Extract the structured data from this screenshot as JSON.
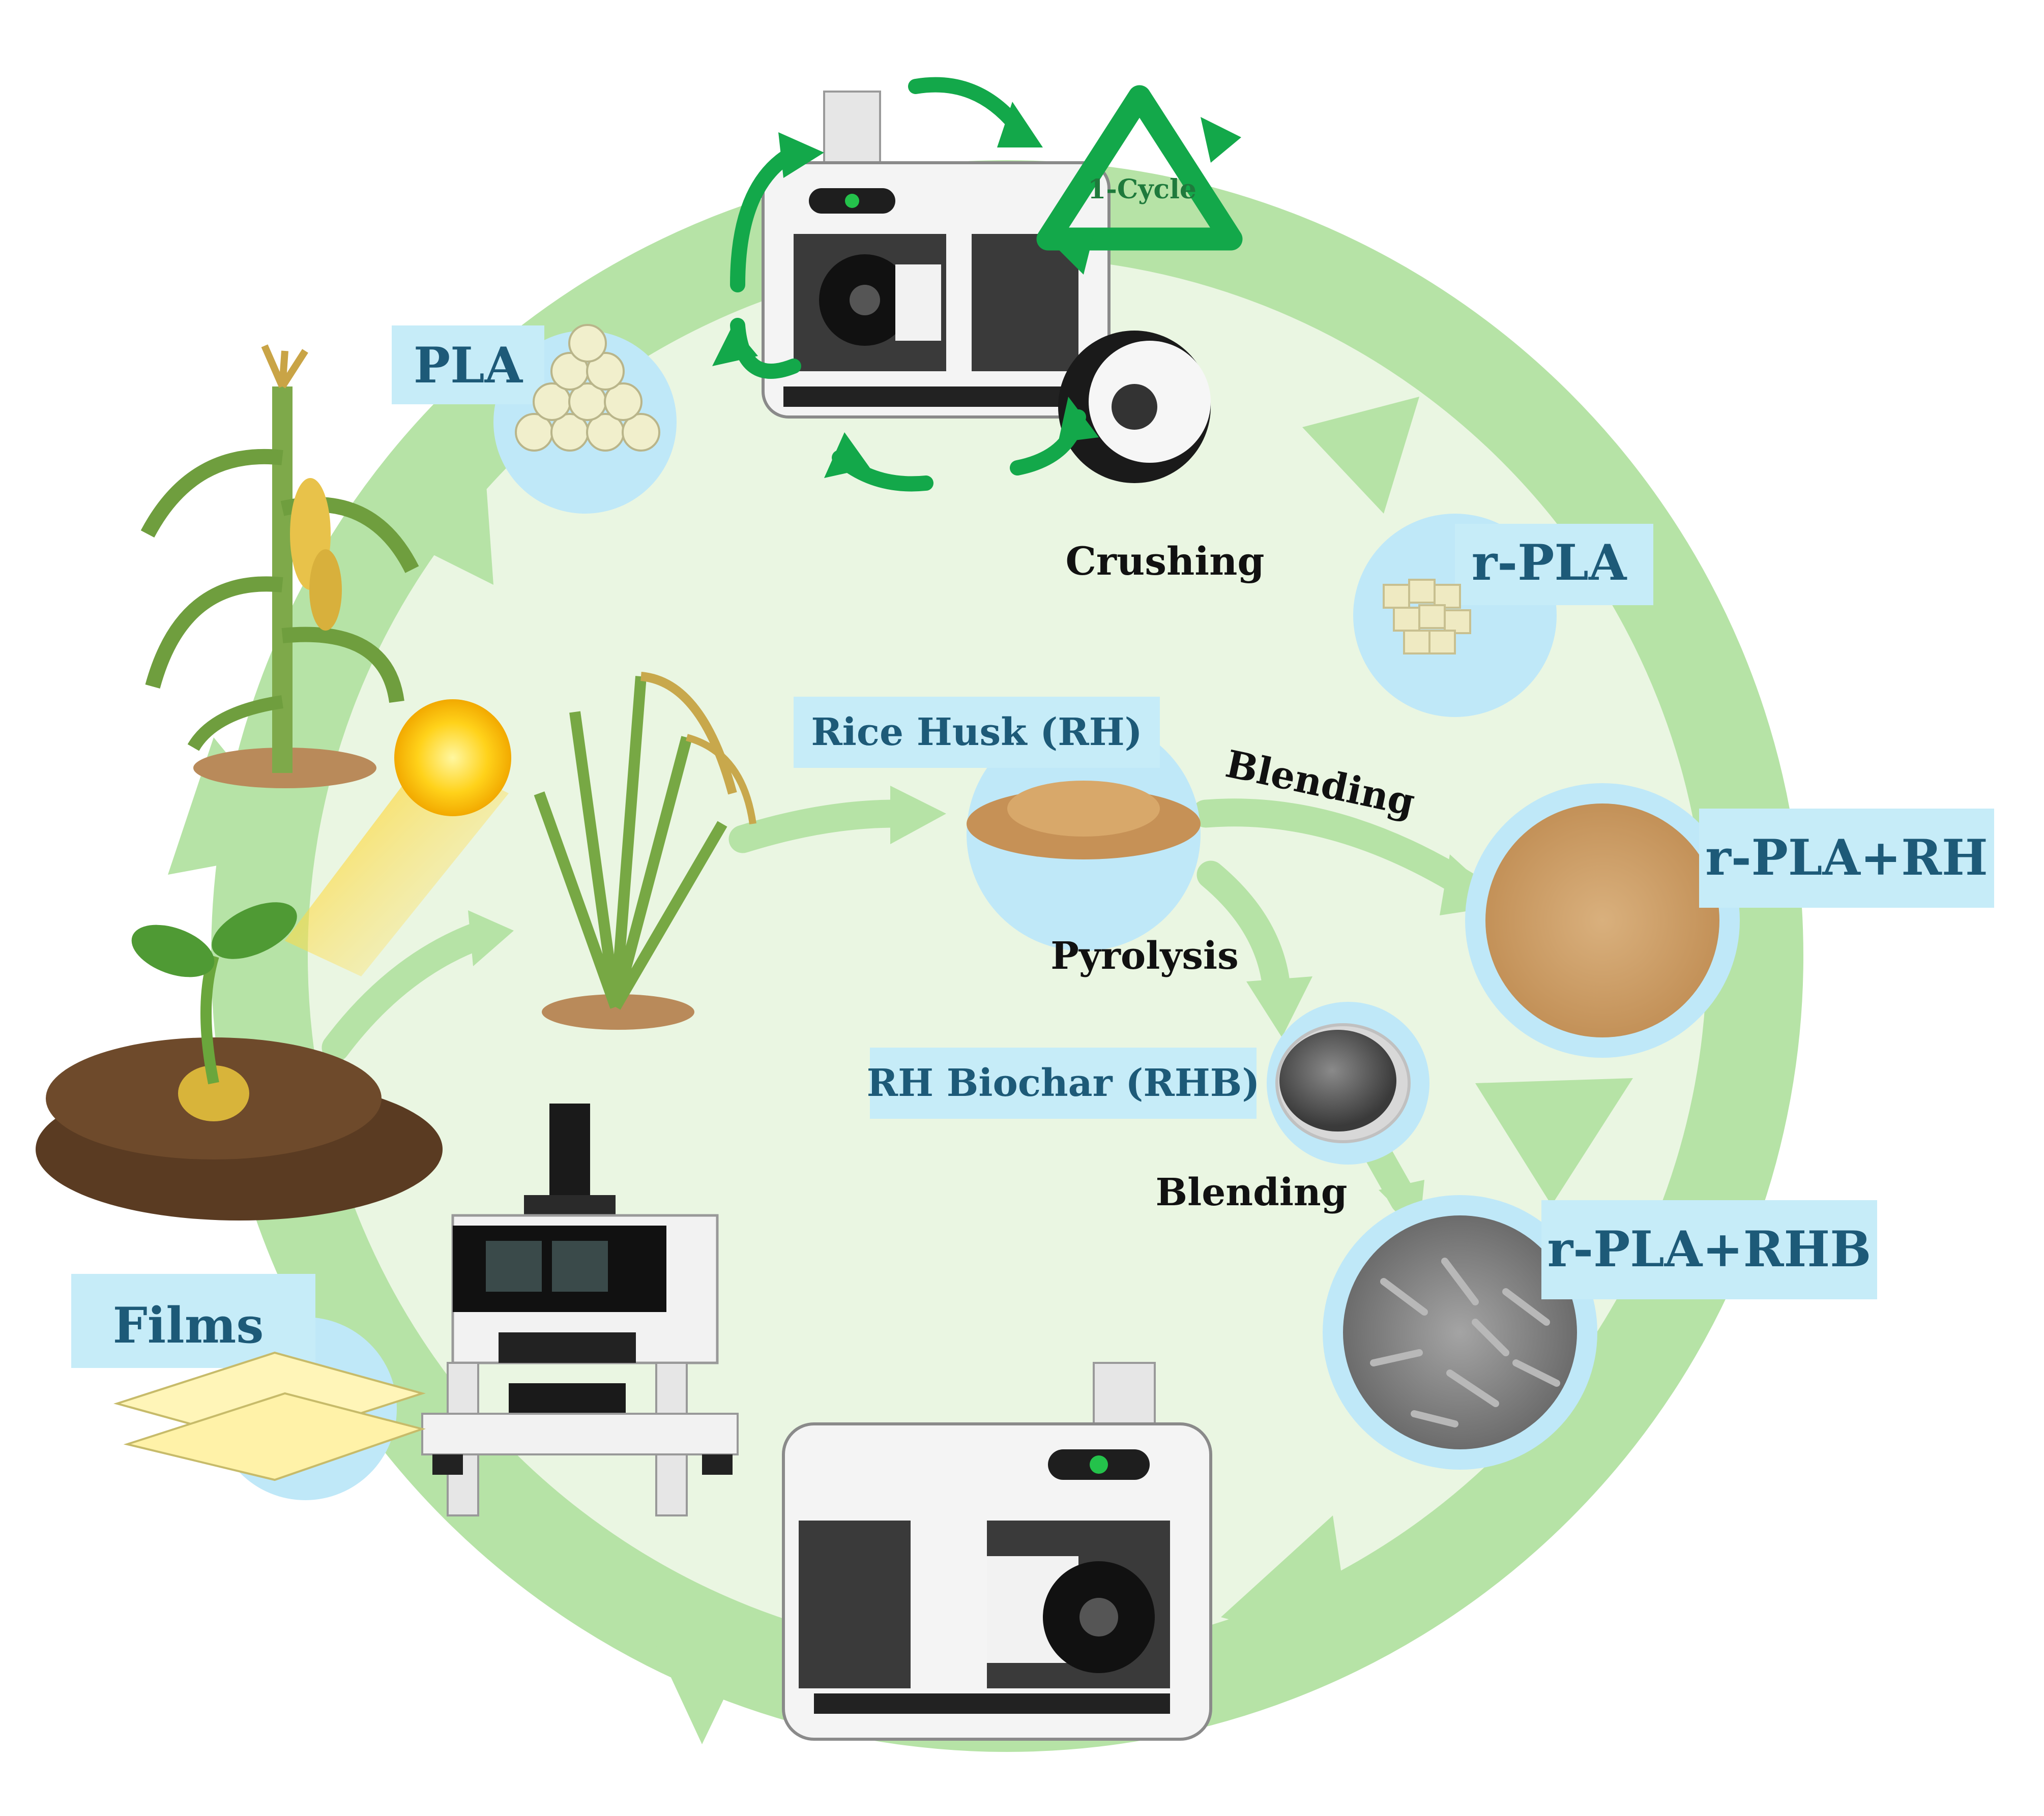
{
  "stages": {
    "pla": "PLA",
    "rpla": "r-PLA",
    "rice_husk": "Rice Husk (RH)",
    "rpla_rh": "r-PLA+RH",
    "rh_biochar": "RH Biochar (RHB)",
    "rpla_rhb": "r-PLA+RHB",
    "films": "Films"
  },
  "processes": {
    "crushing": "Crushing",
    "blending_rh": "Blending",
    "pyrolysis": "Pyrolysis",
    "blending_rhb": "Blending"
  },
  "recycle_badge": "1-Cycle",
  "colors": {
    "cycle_ring": "#b6e3a6",
    "inner_disc": "#eaf6e2",
    "label_box": "#c6ecf8",
    "label_circle": "#bfe8f8",
    "label_text": "#1d5a78",
    "process_text": "#111111",
    "recycle_green": "#13a84a"
  }
}
